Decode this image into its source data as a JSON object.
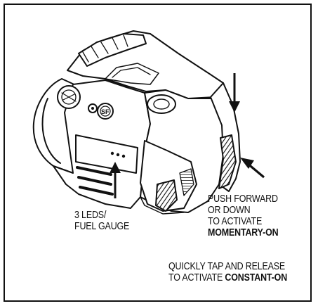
{
  "labels": {
    "leds": {
      "line1": "3 LEDS/",
      "line2": "FUEL GAUGE"
    },
    "push": {
      "line1": "PUSH FORWARD",
      "line2": "OR DOWN",
      "line3": "TO ACTIVATE",
      "line4": "MOMENTARY-ON"
    },
    "tap": {
      "line1": "QUICKLY TAP AND RELEASE",
      "line2_prefix": "TO ACTIVATE ",
      "line2_bold": "CONSTANT-ON"
    }
  },
  "colors": {
    "ink": "#111111",
    "paper": "#ffffff",
    "shade": "#8a8a8a"
  },
  "icons": [
    "fuel-gauge-arrow-icon",
    "push-down-arrow-icon",
    "push-forward-arrow-icon",
    "sf-logo-icon"
  ]
}
